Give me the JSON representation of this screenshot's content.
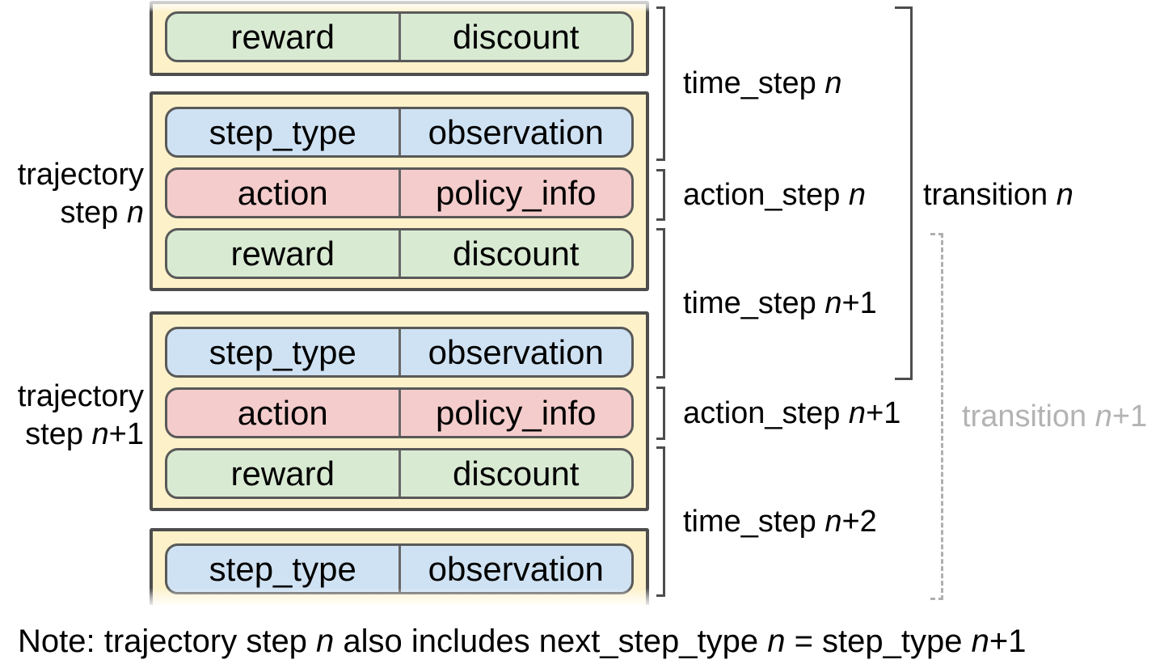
{
  "colors": {
    "box_fill": "#FCF1C9",
    "box_border": "#4D4D4D",
    "pill_border": "#595959",
    "pill_blue": "#CFE2F3",
    "pill_red": "#F4CCCC",
    "pill_green": "#D9EAD3",
    "divider": "#666666",
    "bracket": "#4D4D4D",
    "bracket_muted": "#AFAFAF",
    "text_muted": "#B3B3B3"
  },
  "boxes": [
    {
      "name": "trajectory-step-partial-top",
      "rows": [
        {
          "color": "green",
          "cells": [
            "reward",
            "discount"
          ]
        }
      ]
    },
    {
      "name": "trajectory-step-n",
      "rows": [
        {
          "color": "blue",
          "cells": [
            "step_type",
            "observation"
          ]
        },
        {
          "color": "red",
          "cells": [
            "action",
            "policy_info"
          ]
        },
        {
          "color": "green",
          "cells": [
            "reward",
            "discount"
          ]
        }
      ]
    },
    {
      "name": "trajectory-step-n-plus-1",
      "rows": [
        {
          "color": "blue",
          "cells": [
            "step_type",
            "observation"
          ]
        },
        {
          "color": "red",
          "cells": [
            "action",
            "policy_info"
          ]
        },
        {
          "color": "green",
          "cells": [
            "reward",
            "discount"
          ]
        }
      ]
    },
    {
      "name": "trajectory-step-partial-bottom",
      "rows": [
        {
          "color": "blue",
          "cells": [
            "step_type",
            "observation"
          ]
        }
      ]
    }
  ],
  "left_labels": [
    {
      "line1": [
        {
          "t": "trajectory"
        }
      ],
      "line2": [
        {
          "t": "step "
        },
        {
          "t": "n",
          "i": true
        }
      ]
    },
    {
      "line1": [
        {
          "t": "trajectory"
        }
      ],
      "line2": [
        {
          "t": "step "
        },
        {
          "t": "n",
          "i": true
        },
        {
          "t": "+1"
        }
      ]
    }
  ],
  "step_labels": [
    {
      "segments": [
        {
          "t": "time_step "
        },
        {
          "t": "n",
          "i": true
        }
      ]
    },
    {
      "segments": [
        {
          "t": "action_step "
        },
        {
          "t": "n",
          "i": true
        }
      ]
    },
    {
      "segments": [
        {
          "t": "time_step "
        },
        {
          "t": "n",
          "i": true
        },
        {
          "t": "+1"
        }
      ]
    },
    {
      "segments": [
        {
          "t": "action_step "
        },
        {
          "t": "n",
          "i": true
        },
        {
          "t": "+1"
        }
      ]
    },
    {
      "segments": [
        {
          "t": "time_step "
        },
        {
          "t": "n",
          "i": true
        },
        {
          "t": "+2"
        }
      ]
    }
  ],
  "transition_labels": [
    {
      "segments": [
        {
          "t": "transition "
        },
        {
          "t": "n",
          "i": true
        }
      ]
    },
    {
      "segments": [
        {
          "t": "transition "
        },
        {
          "t": "n",
          "i": true
        },
        {
          "t": "+1"
        }
      ]
    }
  ],
  "note": {
    "segments": [
      {
        "t": "Note: trajectory step "
      },
      {
        "t": "n",
        "i": true
      },
      {
        "t": " also includes next_step_type "
      },
      {
        "t": "n",
        "i": true
      },
      {
        "t": " = step_type "
      },
      {
        "t": "n",
        "i": true
      },
      {
        "t": "+1"
      }
    ]
  }
}
